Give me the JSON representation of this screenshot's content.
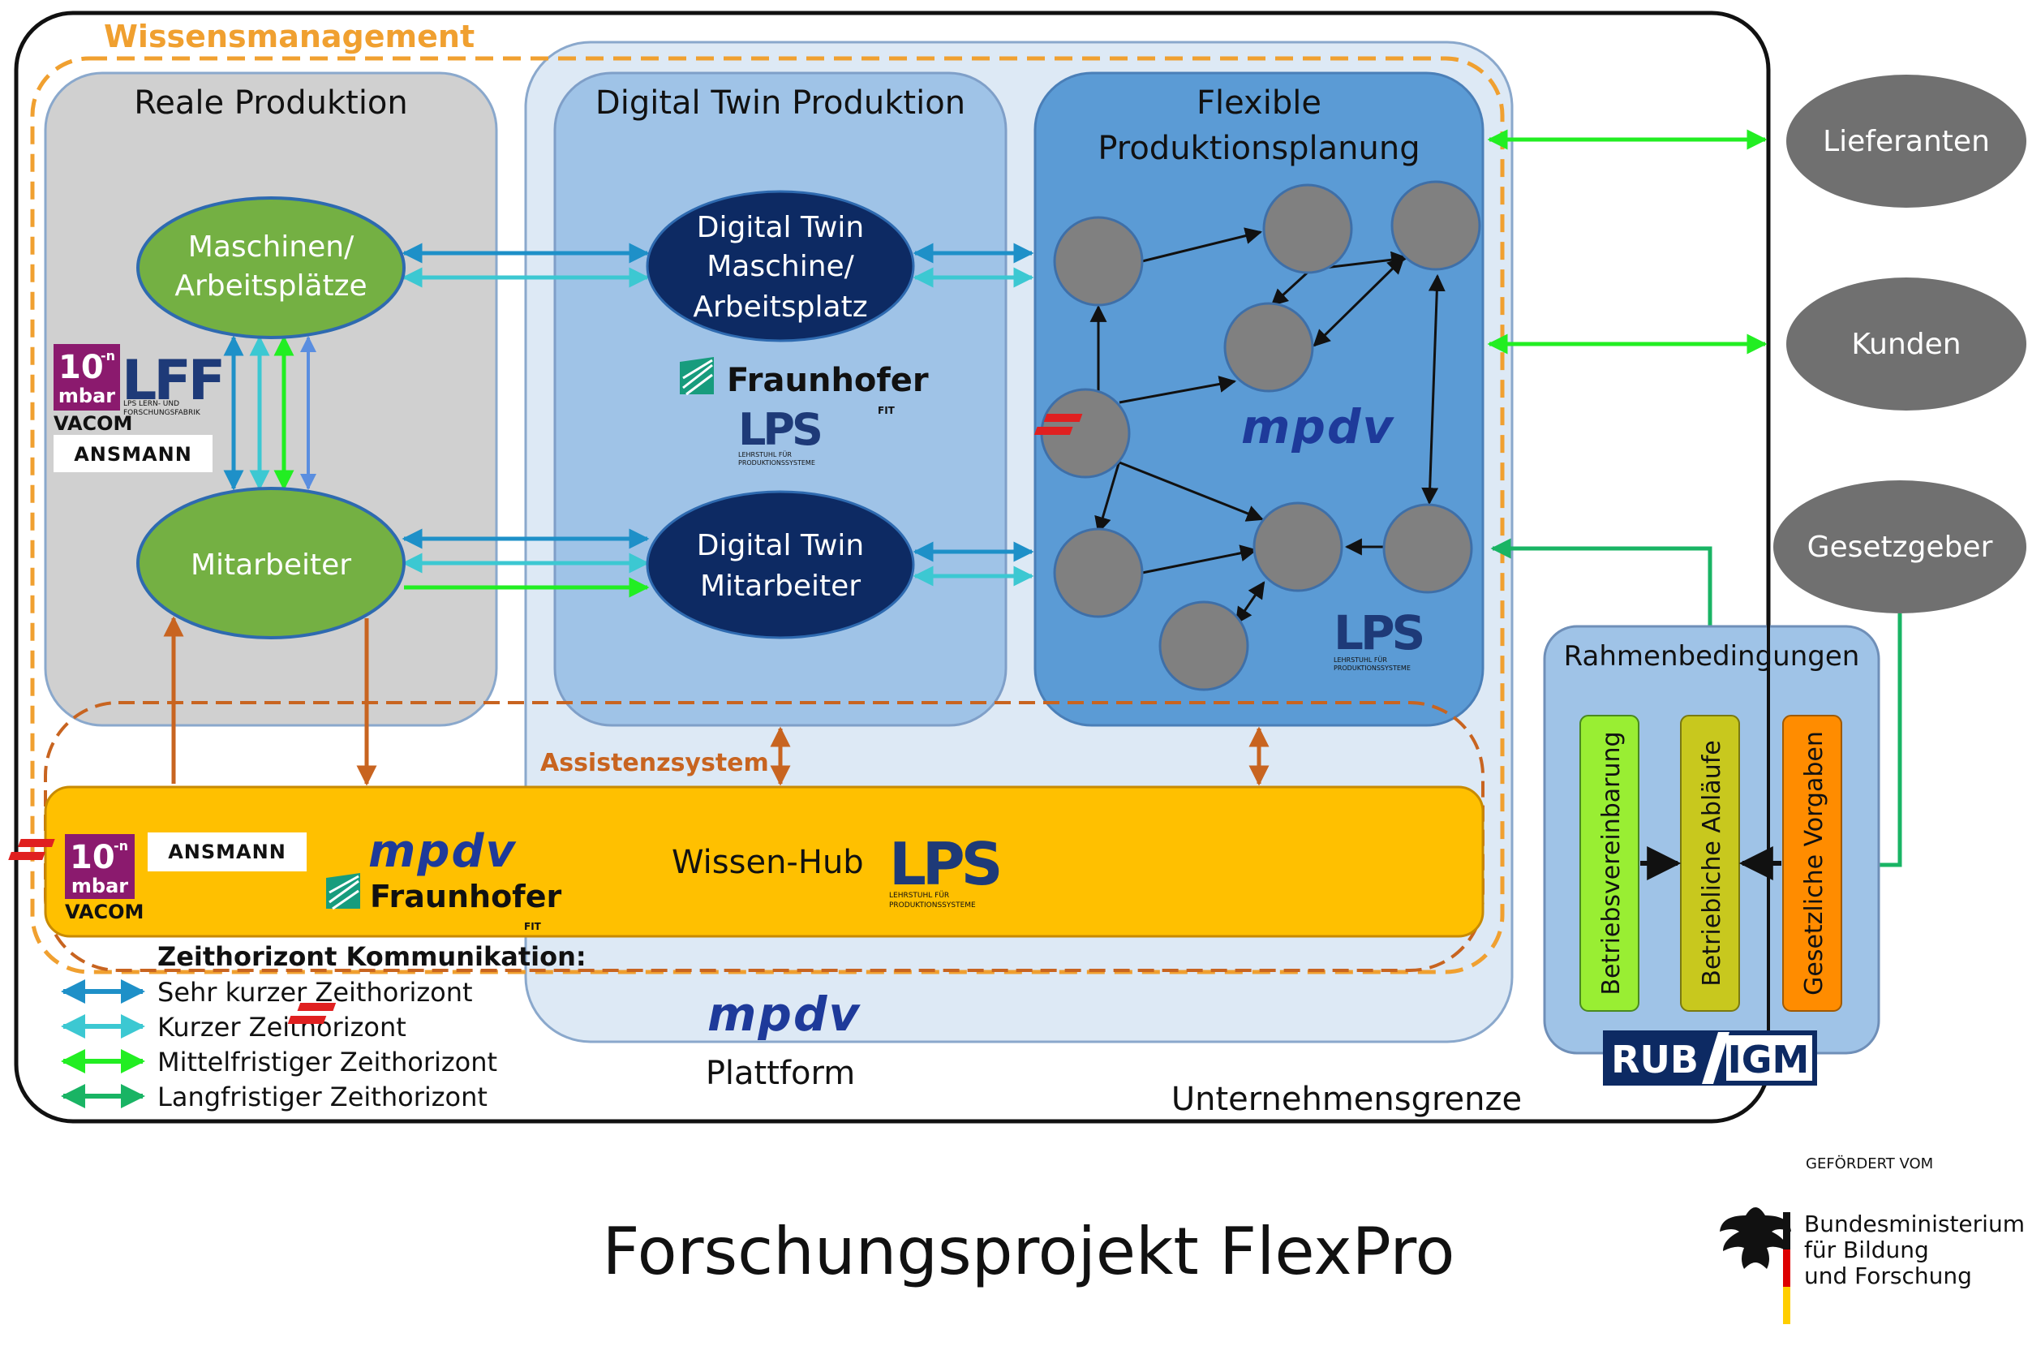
{
  "sections": {
    "wissensmanagement": "Wissensmanagement",
    "reale_produktion": "Reale Produktion",
    "digital_twin_produktion": "Digital Twin Produktion",
    "flexible_line1": "Flexible",
    "flexible_line2": "Produktionsplanung",
    "assistenzsystem": "Assistenzsystem",
    "wissen_hub": "Wissen-Hub",
    "plattform": "Plattform",
    "unternehmensgrenze": "Unternehmensgrenze",
    "rahmenbedingungen": "Rahmenbedingungen"
  },
  "nodes": {
    "maschinen_line1": "Maschinen/",
    "maschinen_line2": "Arbeitsplätze",
    "mitarbeiter": "Mitarbeiter",
    "dt_maschine_line1": "Digital Twin",
    "dt_maschine_line2": "Maschine/",
    "dt_maschine_line3": "Arbeitsplatz",
    "dt_mitarbeiter_line1": "Digital Twin",
    "dt_mitarbeiter_line2": "Mitarbeiter",
    "lieferanten": "Lieferanten",
    "kunden": "Kunden",
    "gesetzgeber": "Gesetzgeber"
  },
  "frameworks": [
    {
      "label": "Betriebsvereinbarung",
      "color": "#99ee33"
    },
    {
      "label": "Betriebliche Abläufe",
      "color": "#c8c81e"
    },
    {
      "label": "Gesetzliche Vorgaben",
      "color": "#ff8c00"
    }
  ],
  "legend": {
    "title": "Zeithorizont Kommunikation:",
    "items": [
      {
        "label": "Sehr kurzer Zeithorizont",
        "color": "#1e90c8"
      },
      {
        "label": "Kurzer Zeithorizont",
        "color": "#3cc8d2"
      },
      {
        "label": "Mittelfristiger Zeithorizont",
        "color": "#22ee22"
      },
      {
        "label": "Langfristiger Zeithorizont",
        "color": "#19b464"
      }
    ]
  },
  "logos": {
    "vacom_10": "10",
    "vacom_n": "-n",
    "vacom_mbar": "mbar",
    "vacom_name": "VACOM",
    "lff": "LFF",
    "lff_sub1": "LPS LERN- UND",
    "lff_sub2": "FORSCHUNGSFABRIK",
    "ansmann": "ANSMANN",
    "fraunhofer": "Fraunhofer",
    "fraunhofer_sub": "FIT",
    "lps": "LPS",
    "lps_sub1": "LEHRSTUHL FÜR",
    "lps_sub2": "PRODUKTIONSSYSTEME",
    "mpdv": "mpdv",
    "rub": "RUB",
    "igm": "IGM",
    "gefoerdert": "GEFÖRDERT VOM",
    "bmbf_line1": "Bundesministerium",
    "bmbf_line2": "für Bildung",
    "bmbf_line3": "und Forschung"
  },
  "title": "Forschungsprojekt FlexPro",
  "colors": {
    "orange": "#f0a030",
    "assist": "#c86420",
    "green_node": "#74b043",
    "navy": "#0d2a63",
    "grey_node": "#808080",
    "ellipse_grey": "#707070",
    "hub": "#ffc000"
  }
}
